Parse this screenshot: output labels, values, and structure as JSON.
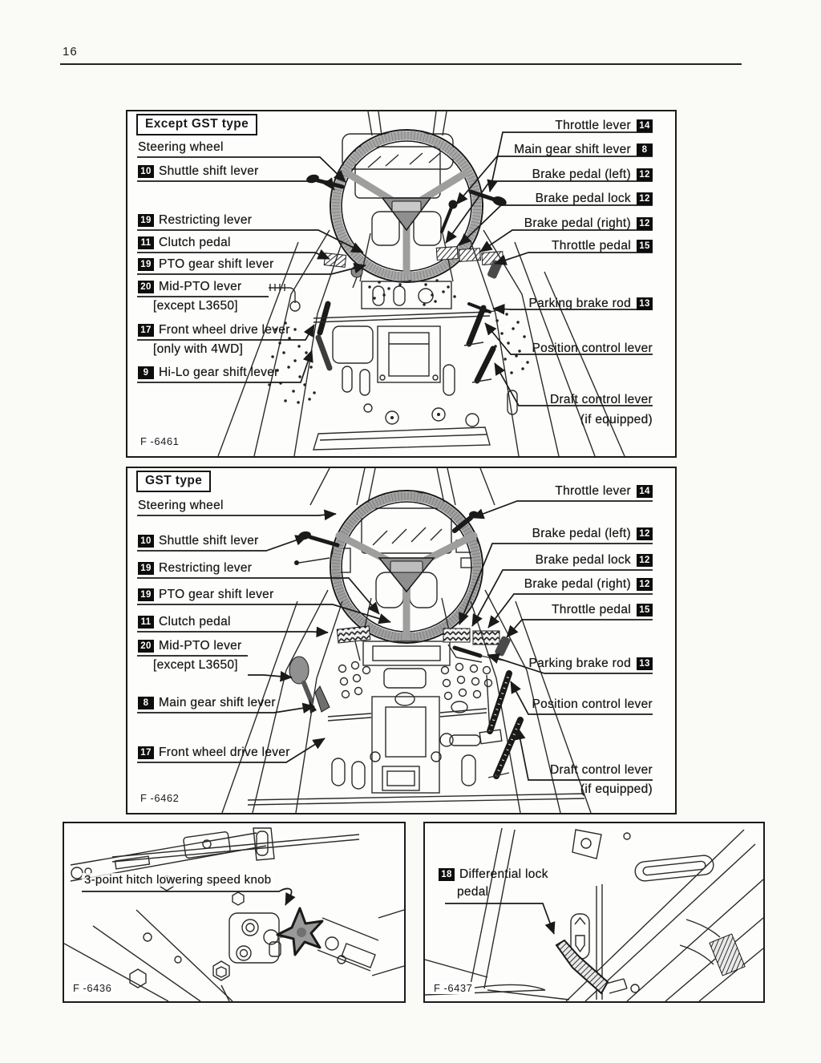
{
  "page": {
    "number": "16"
  },
  "panel_except_gst": {
    "header": "Except GST type",
    "figure_code": "F -6461",
    "left": [
      {
        "text": "Steering wheel"
      },
      {
        "badge": "10",
        "text": "Shuttle shift lever"
      },
      {
        "badge": "19",
        "text": "Restricting lever"
      },
      {
        "badge": "11",
        "text": "Clutch pedal"
      },
      {
        "badge": "19",
        "text": "PTO gear shift lever"
      },
      {
        "badge": "20",
        "text": "Mid-PTO lever",
        "note": "[except L3650]"
      },
      {
        "badge": "17",
        "text": "Front wheel drive lever",
        "note": "[only with 4WD]"
      },
      {
        "badge": "9",
        "text": "Hi-Lo gear shift lever"
      }
    ],
    "right": [
      {
        "text": "Throttle lever",
        "badge": "14"
      },
      {
        "text": "Main gear shift lever",
        "badge": "8"
      },
      {
        "text": "Brake pedal (left)",
        "badge": "12"
      },
      {
        "text": "Brake pedal lock",
        "badge": "12"
      },
      {
        "text": "Brake pedal (right)",
        "badge": "12"
      },
      {
        "text": "Throttle pedal",
        "badge": "15"
      },
      {
        "text": "Parking brake rod",
        "badge": "13"
      },
      {
        "text": "Position control lever"
      },
      {
        "text": "Draft control lever",
        "note": "(if equipped)"
      }
    ]
  },
  "panel_gst": {
    "header": "GST type",
    "figure_code": "F -6462",
    "left": [
      {
        "text": "Steering wheel"
      },
      {
        "badge": "10",
        "text": "Shuttle shift lever"
      },
      {
        "badge": "19",
        "text": "Restricting lever"
      },
      {
        "badge": "19",
        "text": "PTO gear shift lever"
      },
      {
        "badge": "11",
        "text": "Clutch pedal"
      },
      {
        "badge": "20",
        "text": "Mid-PTO lever",
        "note": "[except L3650]"
      },
      {
        "badge": "8",
        "text": "Main gear shift lever"
      },
      {
        "badge": "17",
        "text": "Front wheel drive lever"
      }
    ],
    "right": [
      {
        "text": "Throttle lever",
        "badge": "14"
      },
      {
        "text": "Brake pedal (left)",
        "badge": "12"
      },
      {
        "text": "Brake pedal lock",
        "badge": "12"
      },
      {
        "text": "Brake pedal (right)",
        "badge": "12"
      },
      {
        "text": "Throttle pedal",
        "badge": "15"
      },
      {
        "text": "Parking brake rod",
        "badge": "13"
      },
      {
        "text": "Position control lever"
      },
      {
        "text": "Draft control lever",
        "note": "(if equipped)"
      }
    ]
  },
  "panel_hitch_knob": {
    "label": "3-point hitch lowering speed knob",
    "figure_code": "F -6436"
  },
  "panel_diff_lock": {
    "badge": "18",
    "label_line1": "Differential lock",
    "label_line2": "pedal",
    "figure_code": "F -6437"
  },
  "colors": {
    "paper": "#fafaf7",
    "ink": "#1a1a1a",
    "badge_bg": "#0d0d0d",
    "badge_text": "#ffffff"
  }
}
